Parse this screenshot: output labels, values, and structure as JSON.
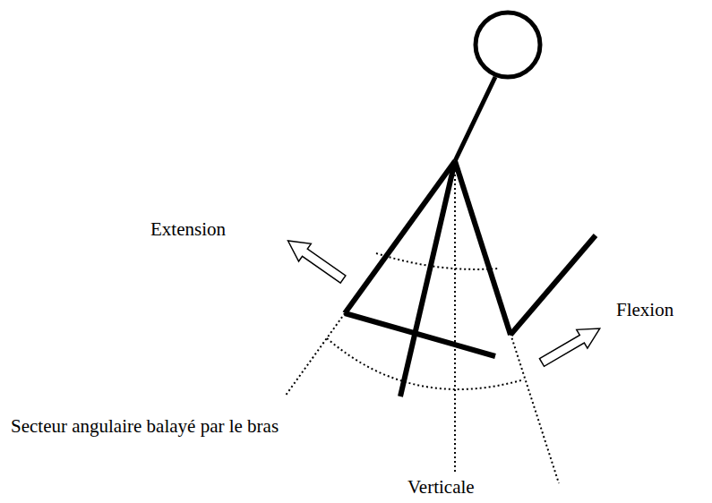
{
  "diagram": {
    "labels": [
      "Extension",
      "Flexion",
      "Secteur angulaire balayé par le bras",
      "Verticale"
    ]
  }
}
